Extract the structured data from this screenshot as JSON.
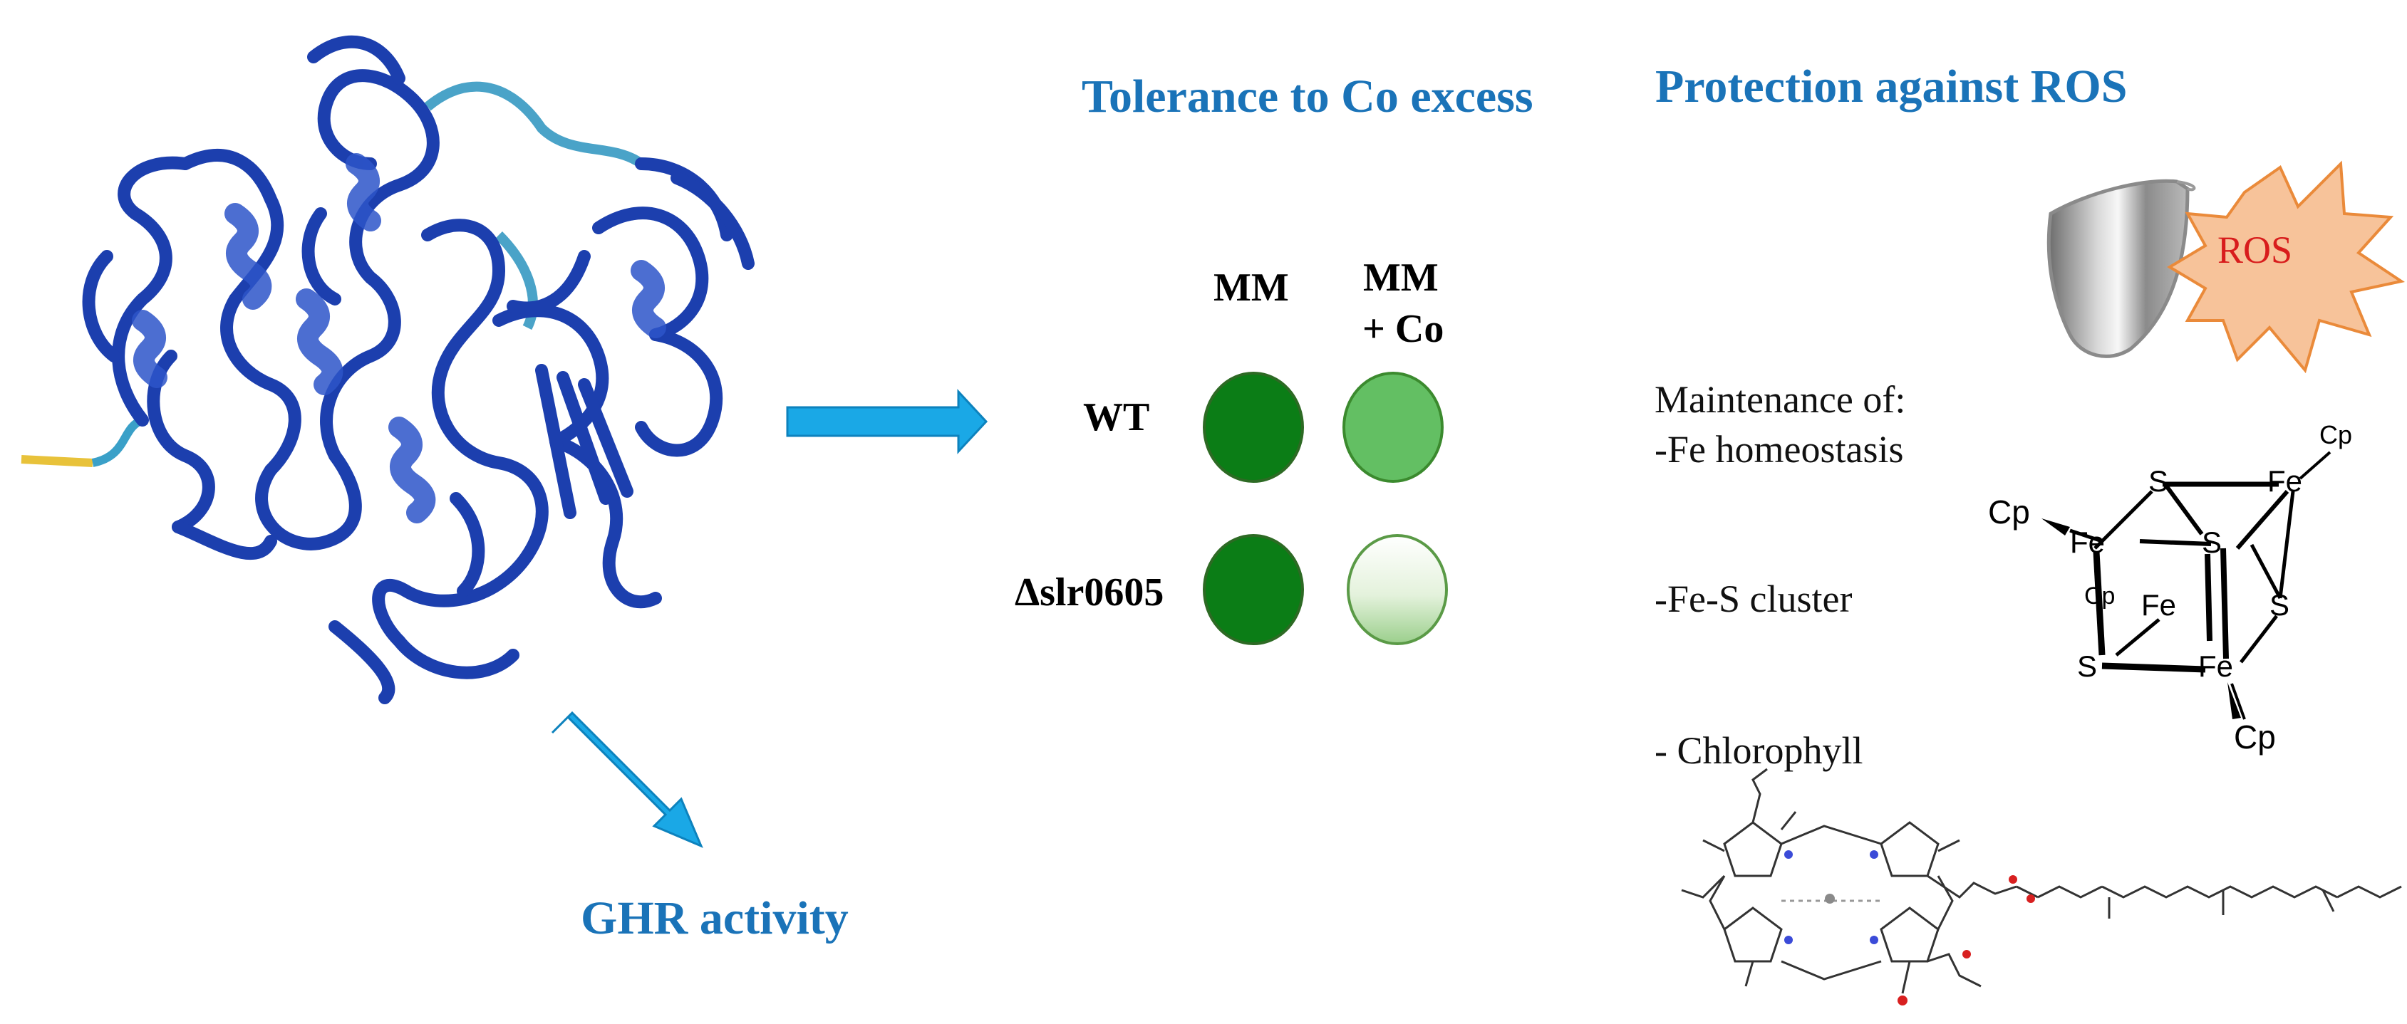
{
  "headings": {
    "tolerance": "Tolerance to Co excess",
    "protection": "Protection against ROS",
    "ghr": "GHR activity"
  },
  "plate": {
    "columns": [
      "MM",
      "MM",
      "+ Co"
    ],
    "rows": [
      "WT",
      "Δslr0605"
    ]
  },
  "badge": {
    "ros": "ROS"
  },
  "maintenance": {
    "intro": "Maintenance of:",
    "items": [
      "-Fe homeostasis",
      "-Fe-S cluster",
      "- Chlorophyll"
    ]
  },
  "cluster_labels": {
    "fe": "Fe",
    "s": "S",
    "cp": "Cp"
  },
  "colors": {
    "heading": "#1a73b8",
    "arrow": "#1aa8e6",
    "protein": "#1c3fae",
    "spot_dark": "#0b7d16",
    "spot_medium": "#63bf63",
    "spot_pale_top": "#ffffff",
    "spot_pale_bottom": "#9bcf8c",
    "ros_text": "#d81c1c",
    "ros_fill": "#f7c39a"
  }
}
